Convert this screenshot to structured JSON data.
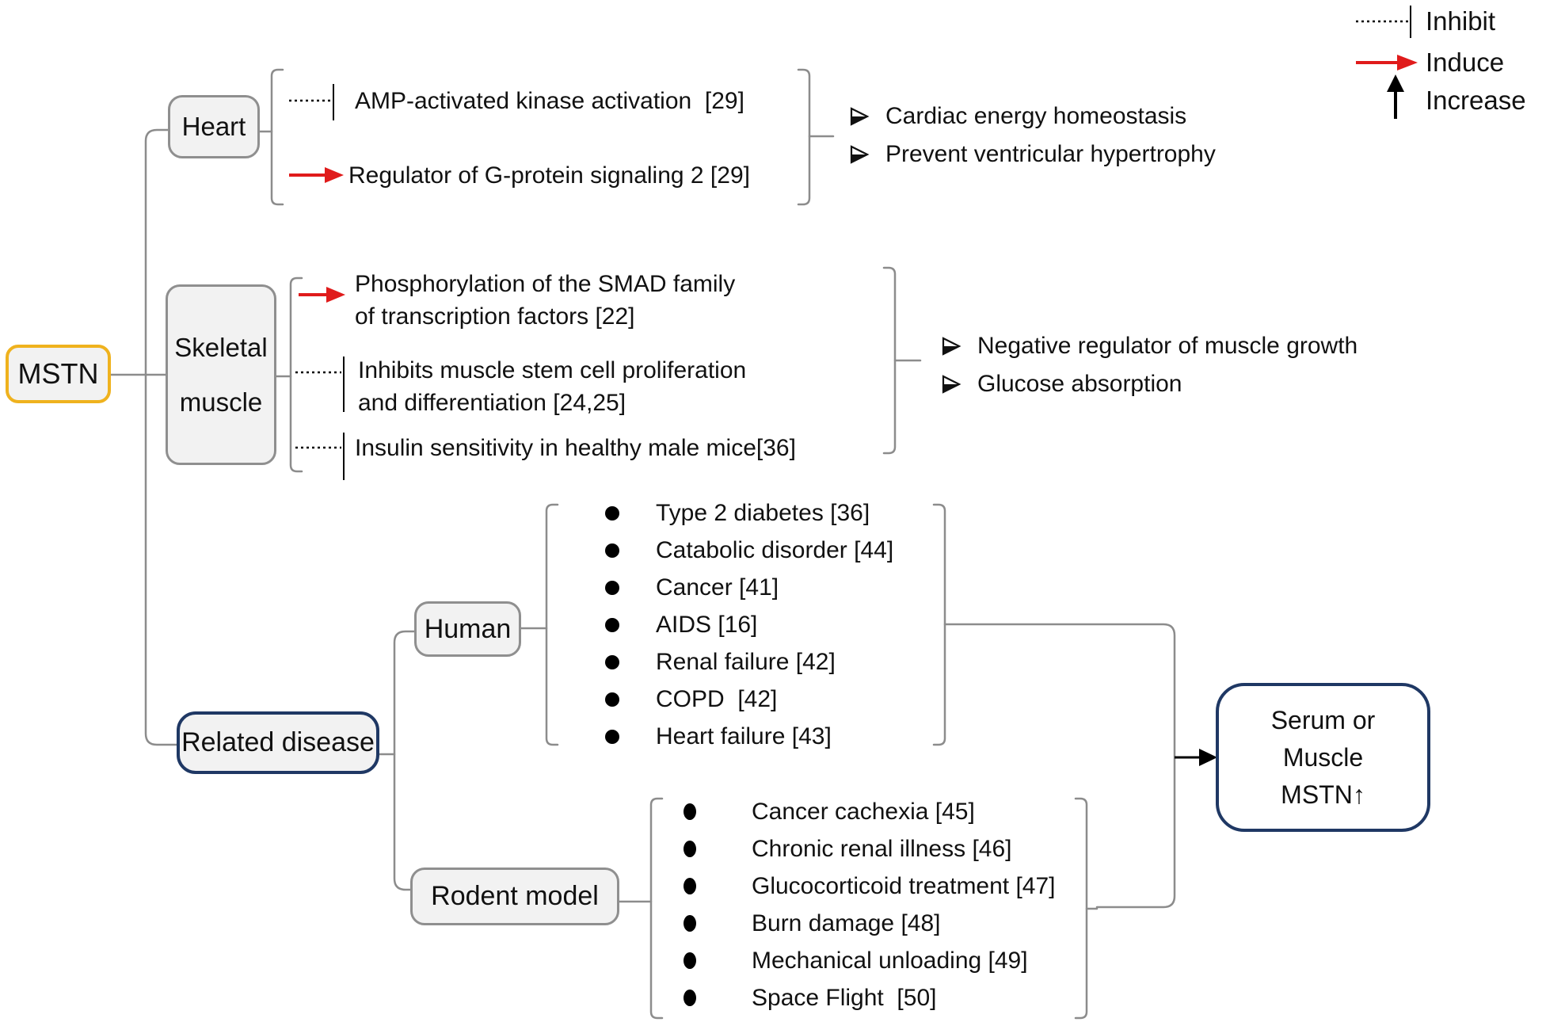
{
  "legend": {
    "items": [
      {
        "icon": "inhibit-dashed-bar-icon",
        "label": "Inhibit"
      },
      {
        "icon": "induce-red-arrow-icon",
        "label": "Induce"
      },
      {
        "icon": "increase-up-arrow-icon",
        "label": "Increase"
      }
    ]
  },
  "root": {
    "label": "MSTN"
  },
  "branches": {
    "heart": {
      "label": "Heart",
      "effects": [
        {
          "relation": "inhibit",
          "text": "AMP-activated kinase activation  [29]"
        },
        {
          "relation": "induce",
          "text": "Regulator of G-protein signaling 2 [29]"
        }
      ],
      "outcomes": [
        "Cardiac energy homeostasis",
        "Prevent ventricular hypertrophy"
      ]
    },
    "skeletal_muscle": {
      "label": "Skeletal\nmuscle",
      "effects": [
        {
          "relation": "induce",
          "text": "Phosphorylation of the SMAD family\nof transcription factors [22]"
        },
        {
          "relation": "inhibit",
          "text": "Inhibits muscle stem cell proliferation\nand differentiation [24,25]"
        },
        {
          "relation": "inhibit",
          "text": "Insulin sensitivity in healthy male mice[36]"
        }
      ],
      "outcomes": [
        "Negative regulator of muscle growth",
        "Glucose absorption"
      ]
    },
    "related_disease": {
      "label": "Related disease",
      "human": {
        "label": "Human",
        "items": [
          "Type 2 diabetes [36]",
          "Catabolic disorder [44]",
          "Cancer [41]",
          "AIDS [16]",
          "Renal failure [42]",
          "COPD  [42]",
          "Heart failure [43]"
        ]
      },
      "rodent": {
        "label": "Rodent model",
        "items": [
          "Cancer cachexia [45]",
          "Chronic renal illness [46]",
          "Glucocorticoid treatment [47]",
          "Burn damage [48]",
          "Mechanical unloading [49]",
          "Space Flight  [50]"
        ]
      },
      "result": {
        "label": "Serum or\nMuscle\nMSTN↑"
      }
    }
  },
  "colors": {
    "accent_gold": "#EFB21E",
    "navy": "#1F3864",
    "red": "#E01B1B",
    "line_gray": "#8C8C8C",
    "box_fill": "#F2F2F2"
  }
}
